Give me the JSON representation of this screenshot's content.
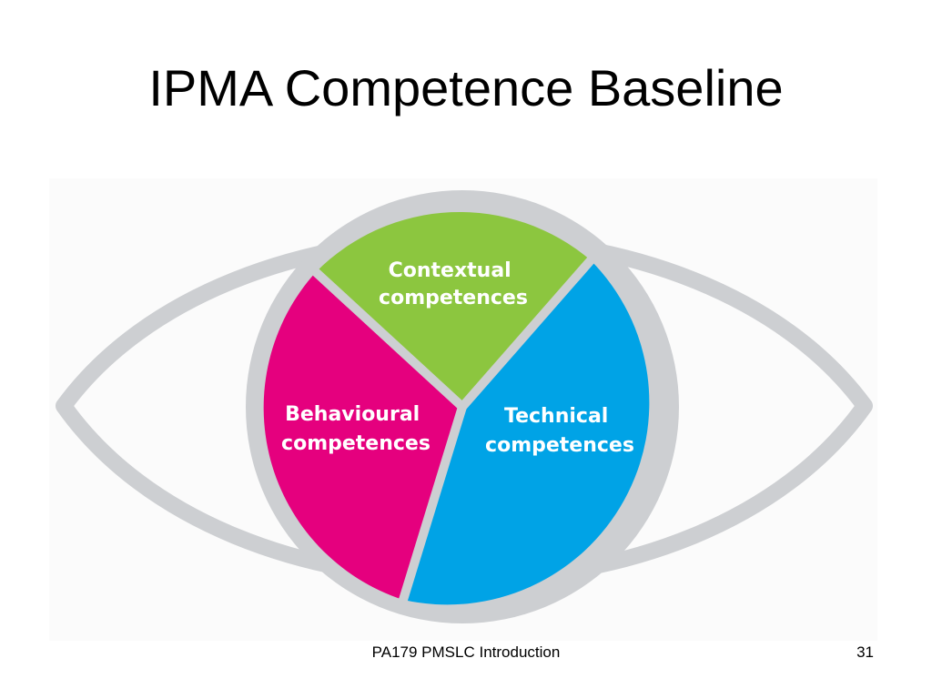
{
  "slide": {
    "title": "IPMA Competence Baseline"
  },
  "diagram": {
    "segments": [
      {
        "id": "contextual",
        "line1": "Contextual",
        "line2": "competences",
        "color": "#8cc63f"
      },
      {
        "id": "behavioural",
        "line1": "Behavioural",
        "line2": "competences",
        "color": "#e5007e"
      },
      {
        "id": "technical",
        "line1": "Technical",
        "line2": "competences",
        "color": "#00a3e6"
      }
    ],
    "outline_color": "#cdcfd2",
    "background_color": "#fbfbfb"
  },
  "footer": {
    "course": "PA179 PMSLC Introduction",
    "page_number": "31"
  }
}
